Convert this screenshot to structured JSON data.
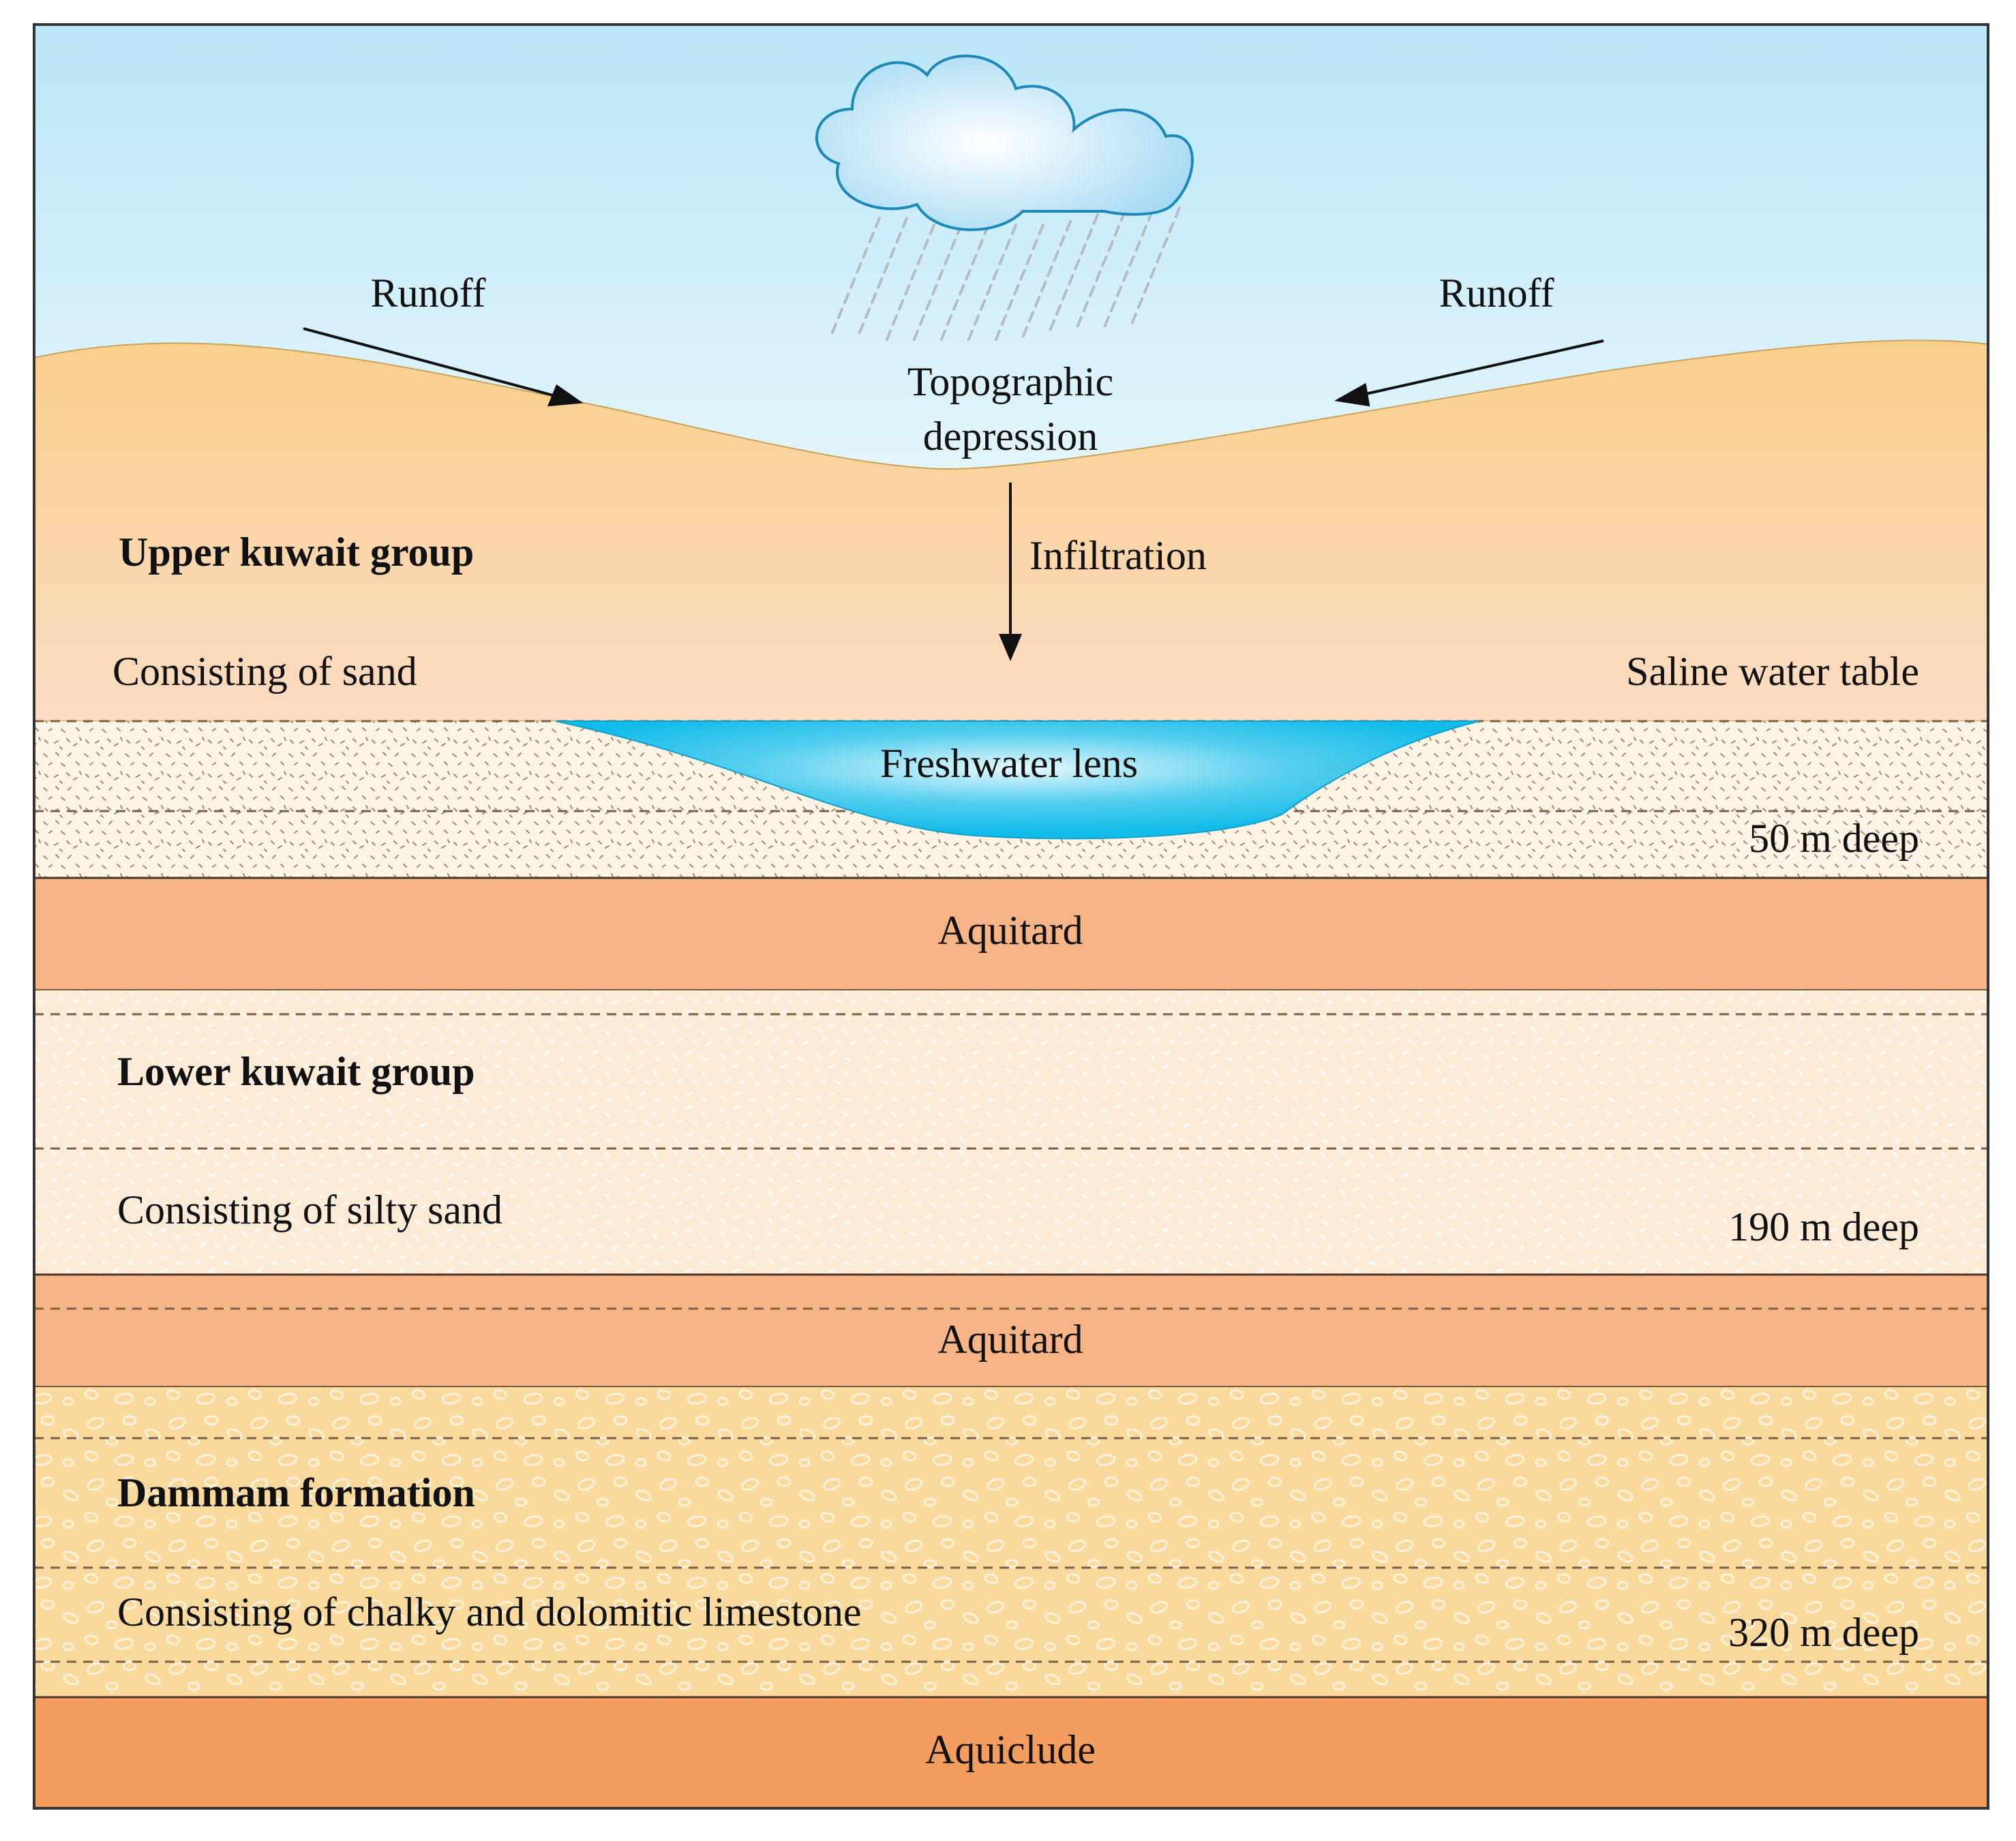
{
  "colors": {
    "sky_top": "#b9e6f7",
    "sky_bottom": "#e4f5fc",
    "sand_top": "#f9cf8c",
    "sand_bottom": "#fbdcc3",
    "saturated_zone": "#fdf4e6",
    "aquitard": "#f6b487",
    "lower_group": "#fcebd6",
    "dammam": "#f9d99c",
    "aquiclude": "#f39d5f",
    "freshwater": "#1dbfe9",
    "cloud": "#a9dcf4"
  },
  "icons": [
    "cloud-icon",
    "rain-icon"
  ],
  "labels": {
    "runoff_left": "Runoff",
    "runoff_right": "Runoff",
    "topographic_1": "Topographic",
    "topographic_2": "depression",
    "infiltration": "Infiltration",
    "upper_group": "Upper kuwait group",
    "upper_desc": "Consisting of sand",
    "saline": "Saline water table",
    "freshwater": "Freshwater lens",
    "depth_50": "50 m deep",
    "aquitard_1": "Aquitard",
    "lower_group": "Lower kuwait group",
    "lower_desc": "Consisting of silty sand",
    "depth_190": "190 m deep",
    "aquitard_2": "Aquitard",
    "dammam": "Dammam formation",
    "dammam_desc": "Consisting of chalky and dolomitic limestone",
    "depth_320": "320 m deep",
    "aquiclude": "Aquiclude"
  }
}
